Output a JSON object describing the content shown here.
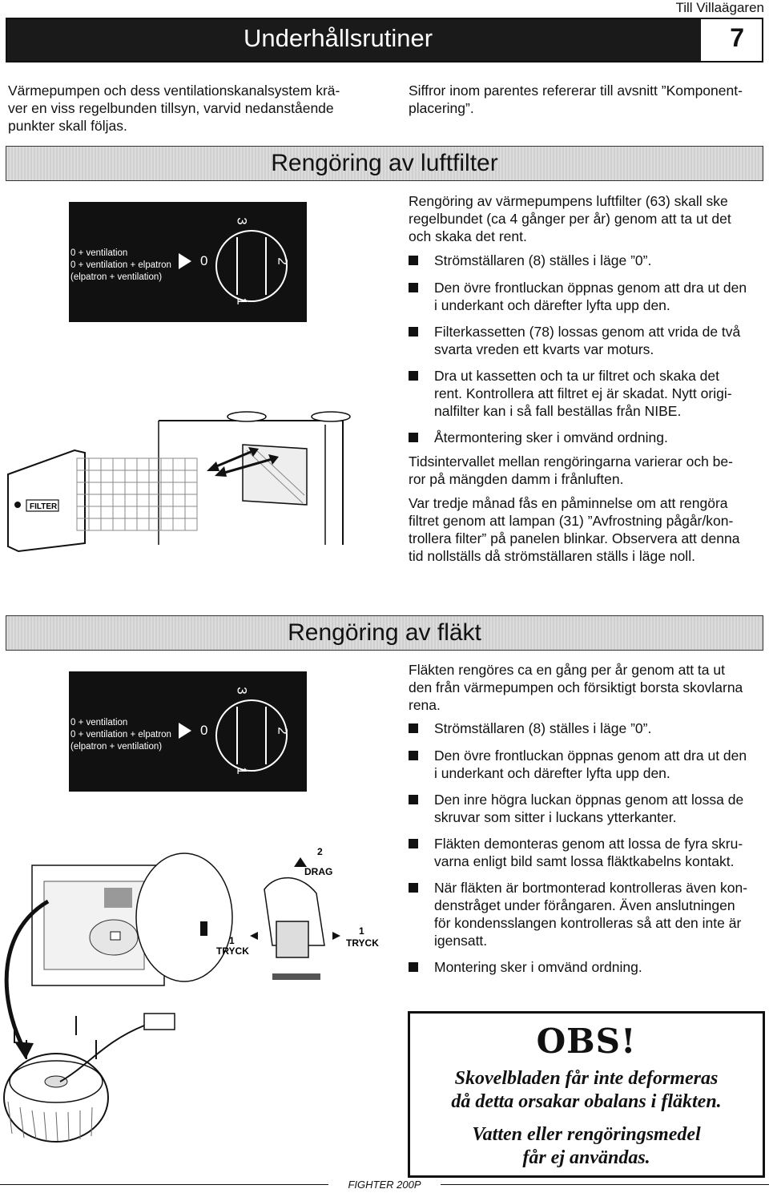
{
  "header": {
    "running_head": "Till Villaägaren",
    "title": "Underhållsrutiner",
    "page_number": "7"
  },
  "intro": {
    "left_lines": [
      "Värmepumpen och dess ventilationskanalsystem krä-",
      "ver en viss regelbunden tillsyn, varvid nedanstående",
      "punkter skall följas."
    ],
    "right_lines": [
      "Siffror inom parentes refererar till avsnitt ”Komponent-",
      "placering”."
    ]
  },
  "panel": {
    "modes": [
      "0 + ventilation",
      "0 + ventilation + elpatron",
      "(elpatron + ventilation)"
    ],
    "dial": [
      "0",
      "1",
      "2",
      "3"
    ]
  },
  "section1": {
    "heading": "Rengöring av luftfilter",
    "filter_label": "FILTER",
    "intro_lines": [
      "Rengöring av värmepumpens luftfilter (63) skall ske",
      "regelbundet (ca 4 gånger per år) genom att ta ut det",
      "och skaka det rent."
    ],
    "bullets": [
      [
        "Strömställaren (8) ställes i läge ”0”."
      ],
      [
        "Den övre frontluckan öppnas genom att dra ut den",
        "i underkant och därefter lyfta upp den."
      ],
      [
        "Filterkassetten (78) lossas genom att vrida de två",
        "svarta vreden ett kvarts var moturs."
      ],
      [
        "Dra ut kassetten och ta ur filtret och skaka det",
        "rent. Kontrollera att filtret ej är skadat. Nytt origi-",
        "nalfilter kan i så fall beställas från NIBE."
      ],
      [
        "Återmontering sker i omvänd ordning."
      ]
    ],
    "para2": [
      "Tidsintervallet mellan rengöringarna varierar och be-",
      "ror på mängden damm i frånluften."
    ],
    "para3": [
      "Var tredje månad fås en påminnelse om att rengöra",
      "filtret genom att lampan (31) ”Avfrostning pågår/kon-",
      "trollera filter” på panelen blinkar. Observera att denna",
      "tid nollställs då strömställaren ställs i läge noll."
    ]
  },
  "section2": {
    "heading": "Rengöring av fläkt",
    "intro_lines": [
      "Fläkten rengöres ca en gång per år genom att ta ut",
      "den från värmepumpen och försiktigt borsta skovlarna",
      "rena."
    ],
    "bullets": [
      [
        "Strömställaren (8) ställes i läge ”0”."
      ],
      [
        "Den övre frontluckan öppnas genom att dra ut den",
        "i underkant och därefter lyfta upp den."
      ],
      [
        "Den inre högra luckan öppnas genom att lossa de",
        "skruvar som sitter i luckans ytterkanter."
      ],
      [
        "Fläkten demonteras genom att lossa de fyra skru-",
        "varna enligt bild samt lossa fläktkabelns kontakt."
      ],
      [
        "När fläkten är bortmonterad kontrolleras även kon-",
        "denstråget under förångaren. Även anslutningen",
        "för kondensslangen kontrolleras så att den inte är",
        "igensatt."
      ],
      [
        "Montering sker i omvänd ordning."
      ]
    ],
    "connector_labels": {
      "left_num": "1",
      "left": "TRYCK",
      "top_num": "2",
      "top": "DRAG",
      "right_num": "1",
      "right": "TRYCK"
    }
  },
  "obs": {
    "title": "OBS!",
    "warning1": [
      "Skovelbladen får inte deformeras",
      "då detta orsakar obalans i fläkten."
    ],
    "warning2": [
      "Vatten eller rengöringsmedel",
      "får ej användas."
    ]
  },
  "footer": {
    "model": "FIGHTER 200P"
  }
}
